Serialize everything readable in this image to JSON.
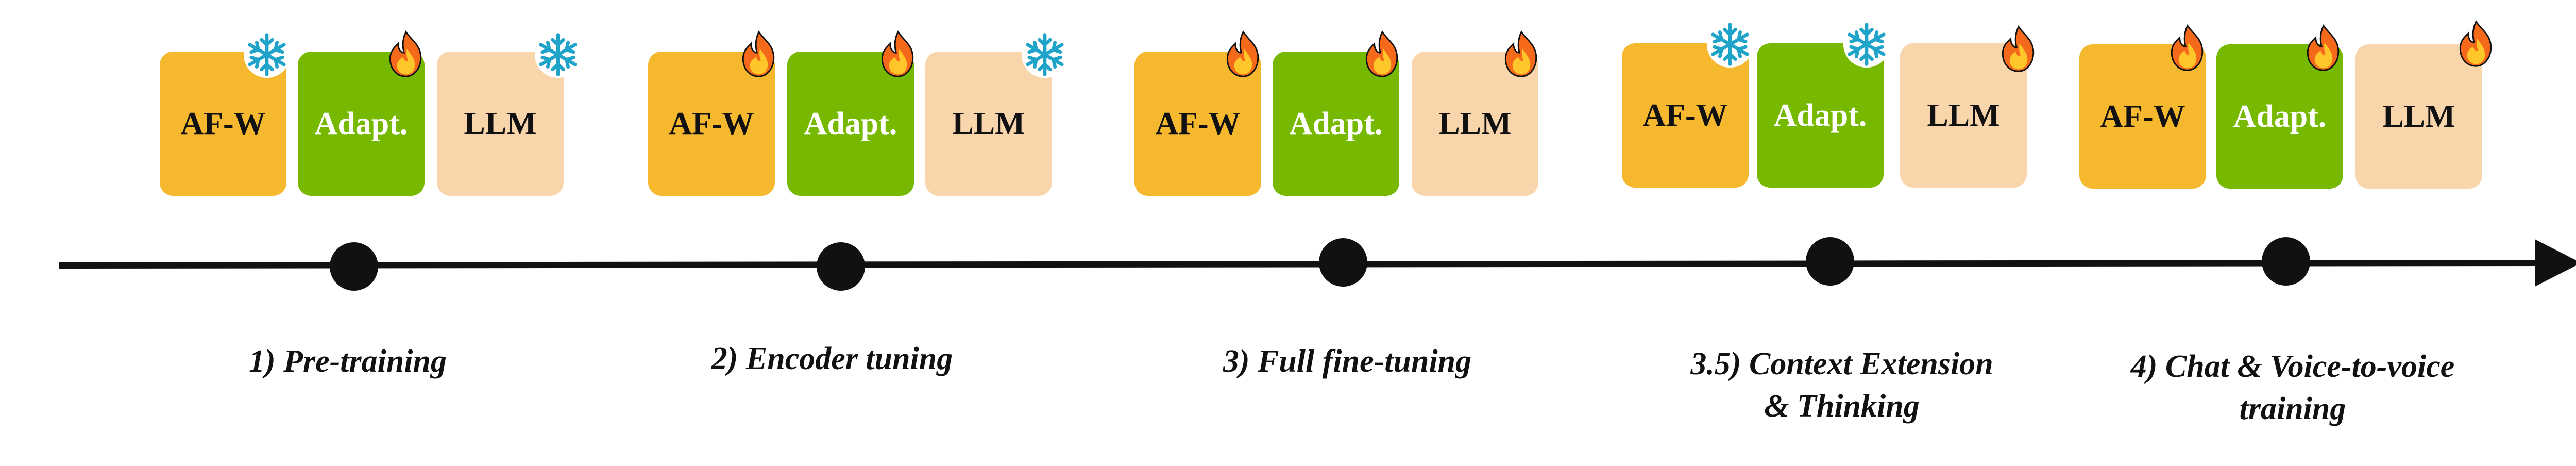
{
  "stages": [
    {
      "label": "1) Pre-training",
      "modules": [
        {
          "name": "AF-W",
          "state": "frozen"
        },
        {
          "name": "Adapt.",
          "state": "trainable"
        },
        {
          "name": "LLM",
          "state": "frozen"
        }
      ]
    },
    {
      "label": "2) Encoder tuning",
      "modules": [
        {
          "name": "AF-W",
          "state": "trainable"
        },
        {
          "name": "Adapt.",
          "state": "trainable"
        },
        {
          "name": "LLM",
          "state": "frozen"
        }
      ]
    },
    {
      "label": "3) Full fine-tuning",
      "modules": [
        {
          "name": "AF-W",
          "state": "trainable"
        },
        {
          "name": "Adapt.",
          "state": "trainable"
        },
        {
          "name": "LLM",
          "state": "trainable"
        }
      ]
    },
    {
      "label": "3.5) Context Extension\n& Thinking",
      "modules": [
        {
          "name": "AF-W",
          "state": "frozen"
        },
        {
          "name": "Adapt.",
          "state": "frozen"
        },
        {
          "name": "LLM",
          "state": "trainable"
        }
      ]
    },
    {
      "label": "4) Chat & Voice-to-voice\ntraining",
      "modules": [
        {
          "name": "AF-W",
          "state": "trainable"
        },
        {
          "name": "Adapt.",
          "state": "trainable"
        },
        {
          "name": "LLM",
          "state": "trainable"
        }
      ]
    }
  ],
  "colors": {
    "af_w": "#F5B82E",
    "adapter": "#76B900",
    "llm": "#F9D5AC",
    "timeline": "#111111",
    "frozen_icon": "#1FA3C9",
    "fire_icon_outer": "#F46A1A",
    "fire_icon_inner": "#FFC629"
  },
  "icons": {
    "frozen": "snowflake-icon",
    "trainable": "fire-icon"
  }
}
